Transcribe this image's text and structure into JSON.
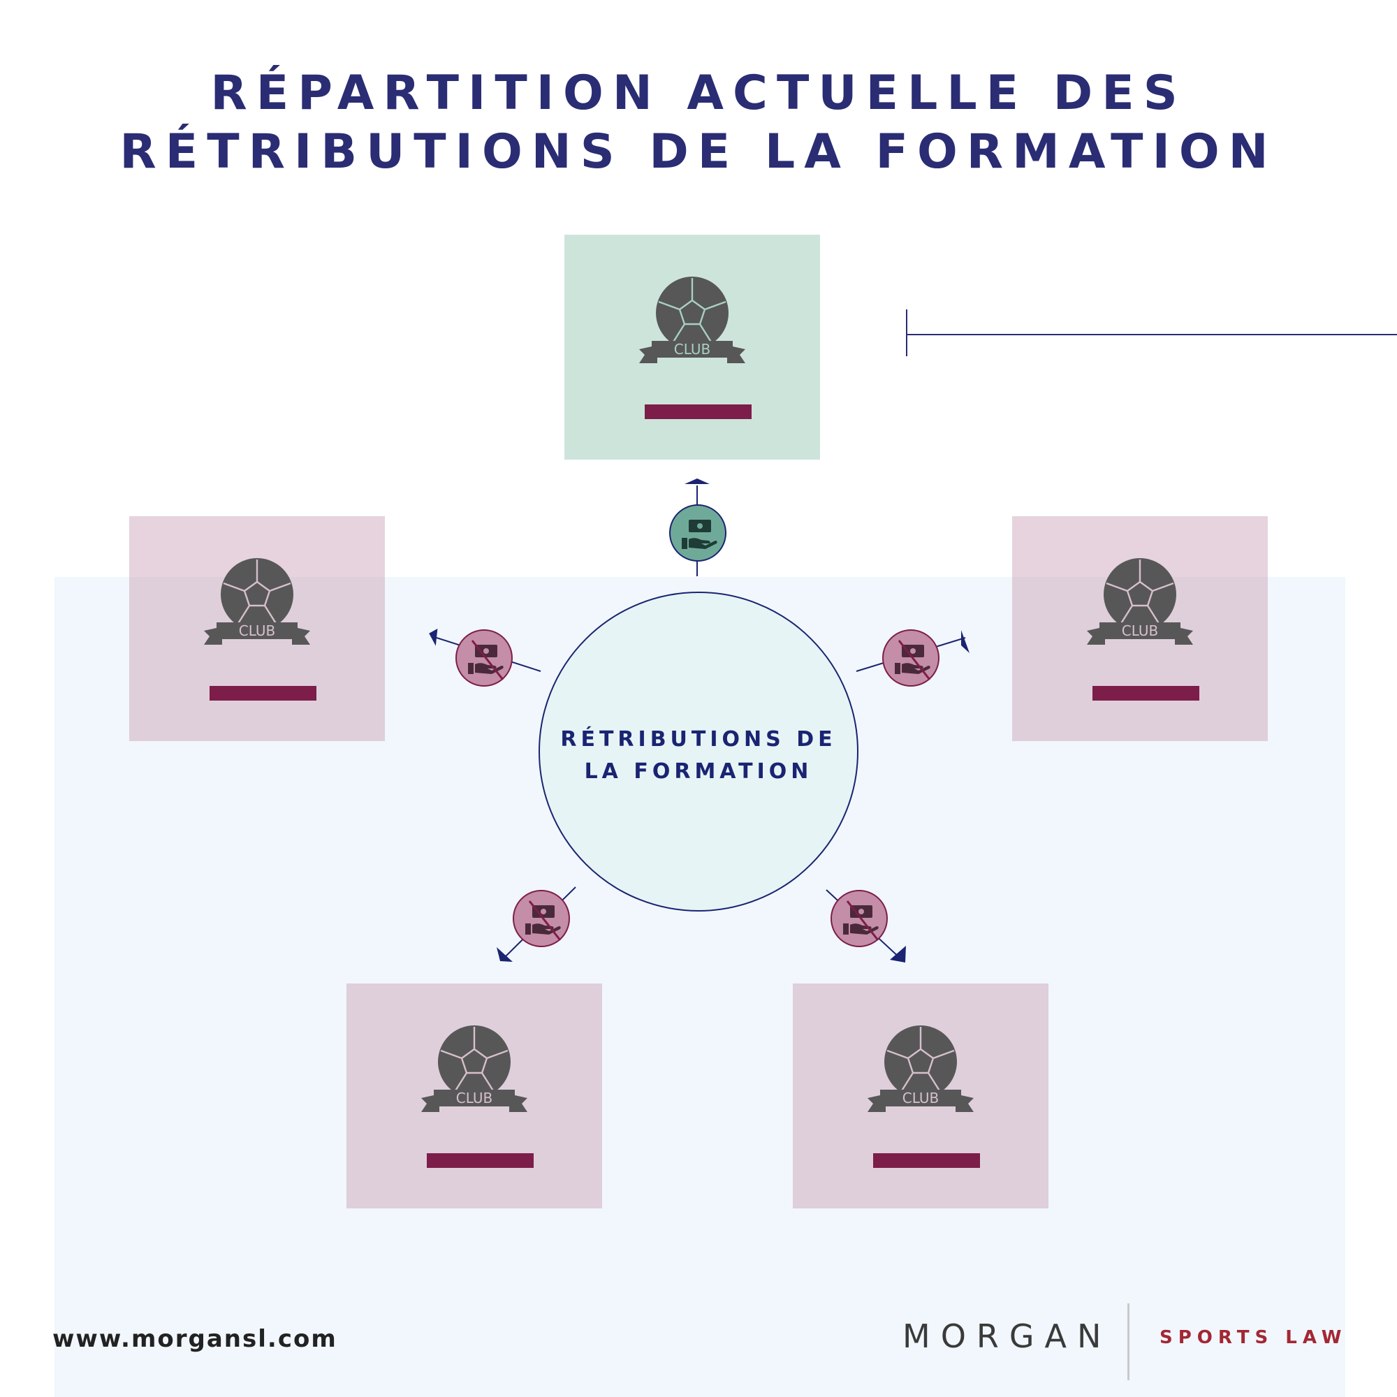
{
  "title": {
    "line1": "RÉPARTITION ACTUELLE DES",
    "line2": "RÉTRIBUTIONS DE LA FORMATION"
  },
  "center": {
    "line1": "RÉTRIBUTIONS DE",
    "line2": "LA FORMATION"
  },
  "clubs": [
    {
      "label": "CLUB",
      "status": "paid"
    },
    {
      "label": "CLUB",
      "status": "unpaid"
    },
    {
      "label": "CLUB",
      "status": "unpaid"
    },
    {
      "label": "CLUB",
      "status": "unpaid"
    },
    {
      "label": "CLUB",
      "status": "unpaid"
    }
  ],
  "footer": {
    "url": "www.morgansl.com",
    "brand": "MORGAN",
    "tagline": "SPORTS LAW"
  },
  "colors": {
    "navy": "#2a2d73",
    "maroon": "#7d1d49",
    "paid_green": "#6faa98",
    "unpaid_pink": "#c48da8",
    "icon_grey": "#575757"
  },
  "icons": {
    "club": "soccer-ball-crest-icon",
    "payment": "money-hand-icon",
    "no_payment": "money-hand-crossed-icon"
  }
}
